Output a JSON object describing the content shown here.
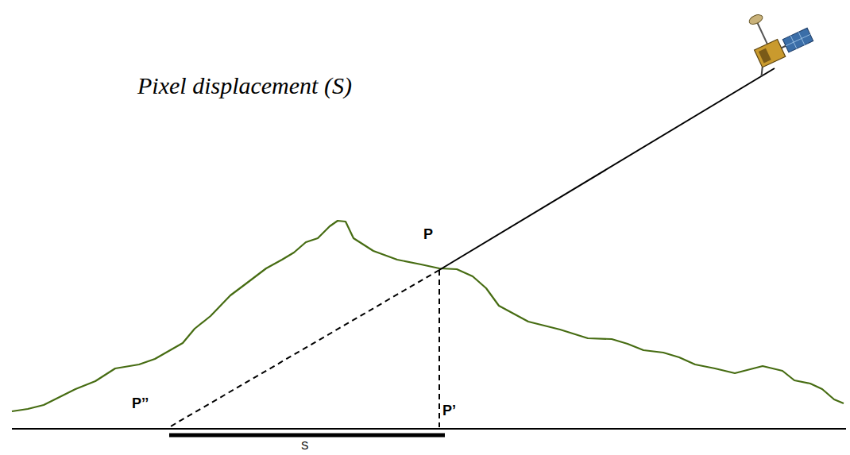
{
  "diagram": {
    "title": "Pixel displacement (S)",
    "labels": [
      "P",
      "P’’",
      "P’",
      "S"
    ]
  }
}
